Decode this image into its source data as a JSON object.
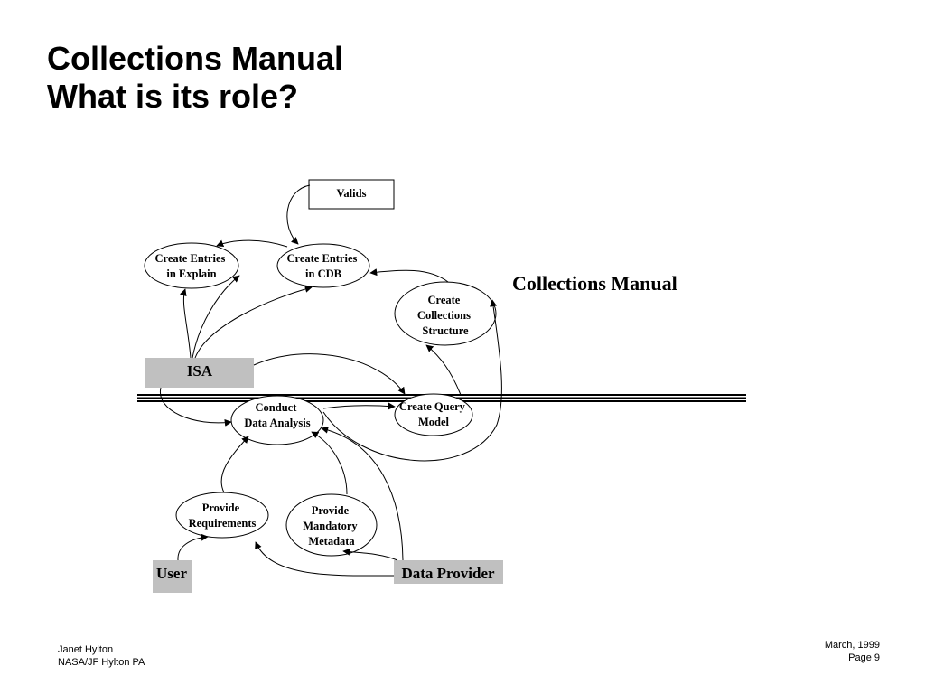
{
  "title": {
    "line1": "Collections Manual",
    "line2": "What is its role?"
  },
  "diagram": {
    "label": "Collections Manual",
    "nodes": {
      "valids": [
        "Valids"
      ],
      "explain": [
        "Create Entries",
        "in Explain"
      ],
      "cdb": [
        "Create Entries",
        "in CDB"
      ],
      "collections": [
        "Create",
        "Collections",
        "Structure"
      ],
      "conduct": [
        "Conduct",
        "Data Analysis"
      ],
      "query": [
        "Create Query",
        "Model"
      ],
      "requirements": [
        "Provide",
        "Requirements"
      ],
      "metadata": [
        "Provide",
        "Mandatory",
        "Metadata"
      ]
    },
    "actors": {
      "isa": "ISA",
      "user": "User",
      "provider": "Data Provider"
    }
  },
  "footer": {
    "author": "Janet Hylton",
    "org": "NASA/JF Hylton PA",
    "date": "March, 1999",
    "page": "Page  9"
  },
  "colors": {
    "actor_fill": "#c0c0c0",
    "line": "#000000"
  }
}
